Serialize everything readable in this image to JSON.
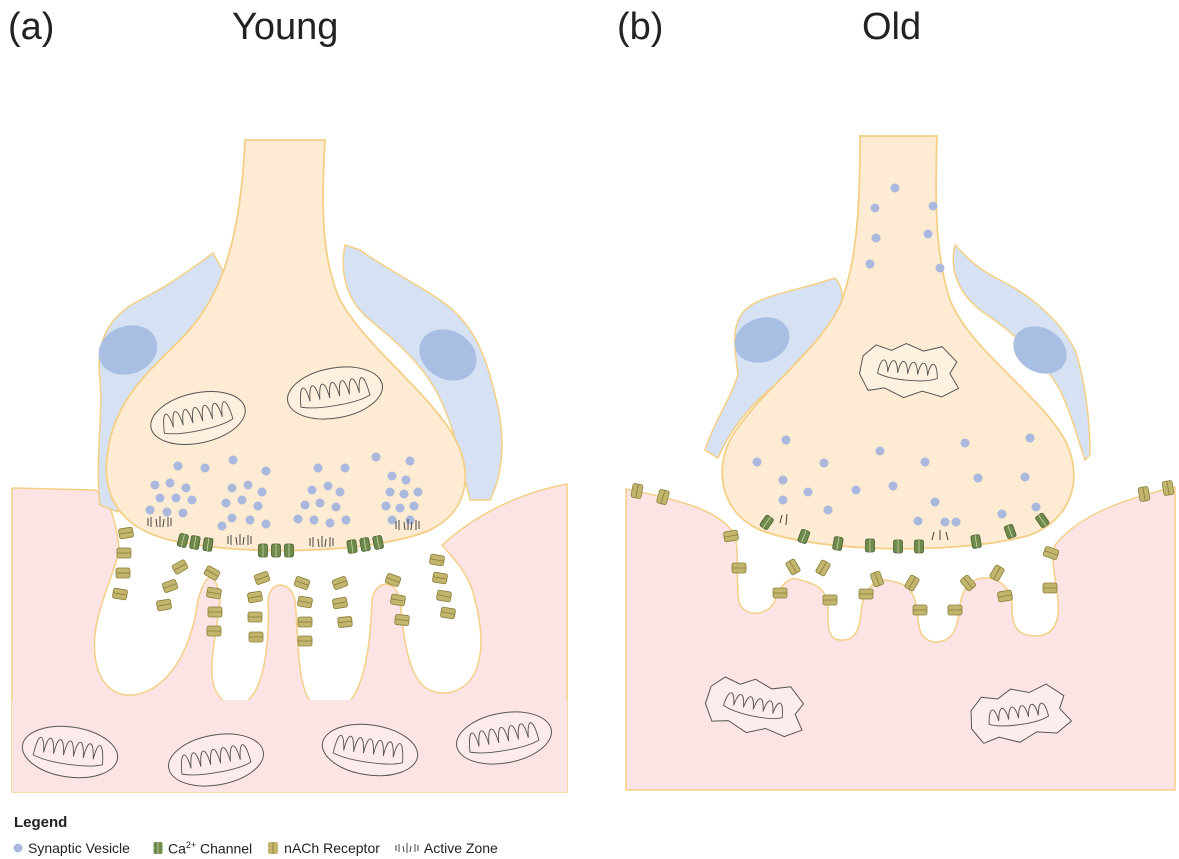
{
  "panels": {
    "a": {
      "letter": "(a)",
      "title": "Young"
    },
    "b": {
      "letter": "(b)",
      "title": "Old"
    }
  },
  "legend": {
    "title": "Legend",
    "items": [
      {
        "label": "Synaptic Vesicle",
        "icon": "vesicle-icon"
      },
      {
        "label_main": "Ca",
        "label_sup": "2+",
        "label_rest": " Channel",
        "icon": "ca-channel-icon"
      },
      {
        "label": "nACh Receptor",
        "icon": "nach-receptor-icon"
      },
      {
        "label": "Active Zone",
        "icon": "active-zone-icon"
      }
    ]
  },
  "colors": {
    "terminal_fill": "#fdebd3",
    "terminal_stroke": "#f4cf86",
    "schwann_fill": "#d6e2f3",
    "schwann_nucleus": "#a8bfe3",
    "muscle_fill": "#fce4e4",
    "vesicle": "#a9b8dc",
    "ca_channel": "#6f8a4d",
    "nach_receptor": "#c2b66e",
    "outline": "#555555"
  }
}
